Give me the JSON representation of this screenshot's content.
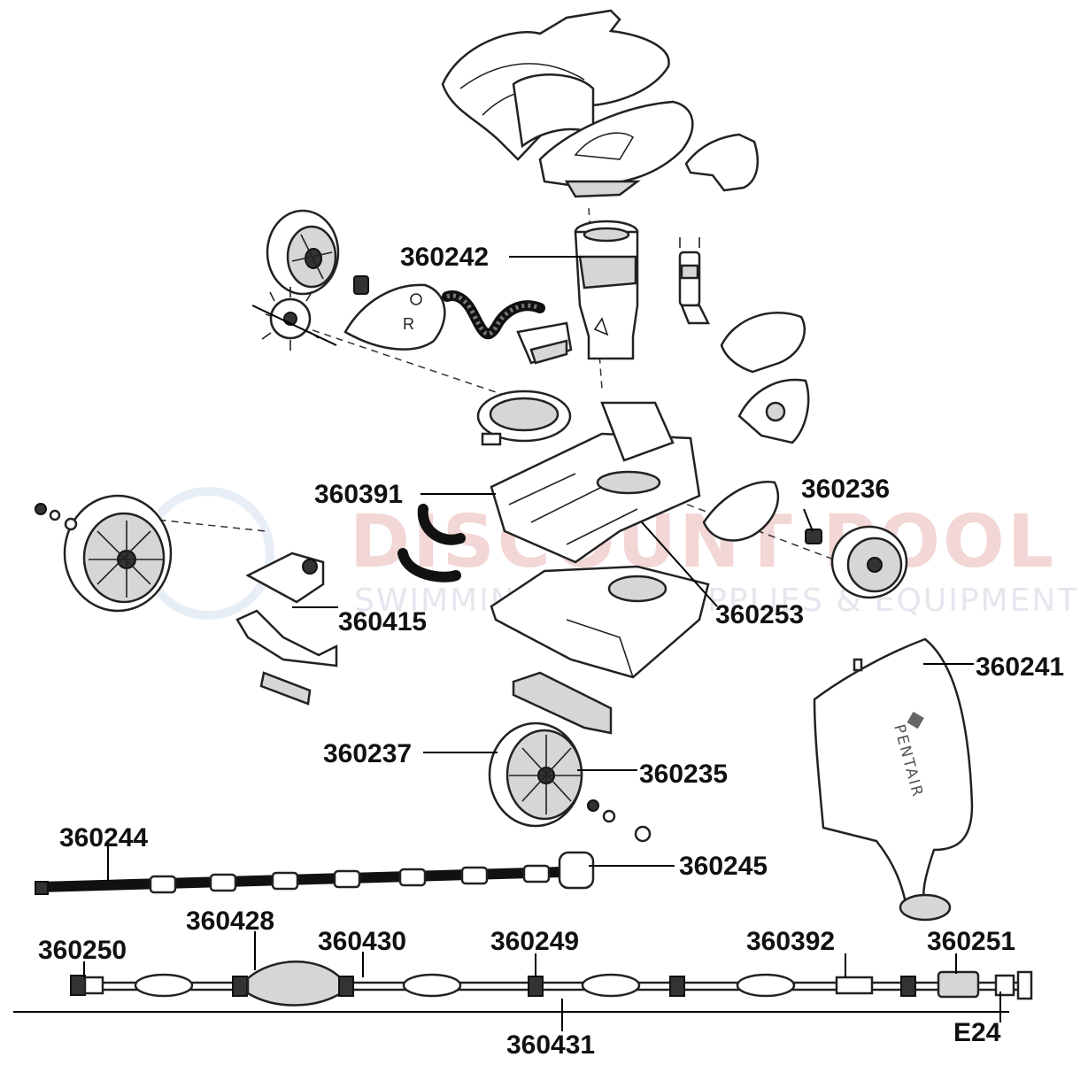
{
  "watermark": {
    "brand": "DISCOUNT POOL MART",
    "tagline": "SWIMMING POOL SUPPLIES & EQUIPMENT"
  },
  "bag_brand": "PENTAIR",
  "body_letter": "R",
  "part_labels": {
    "p360242": "360242",
    "p360391": "360391",
    "p360236": "360236",
    "p360415": "360415",
    "p360253": "360253",
    "p360241": "360241",
    "p360237": "360237",
    "p360235": "360235",
    "p360244": "360244",
    "p360245": "360245",
    "p360428": "360428",
    "p360430": "360430",
    "p360249": "360249",
    "p360392": "360392",
    "p360250": "360250",
    "p360251": "360251",
    "p360431": "360431",
    "e24": "E24"
  }
}
